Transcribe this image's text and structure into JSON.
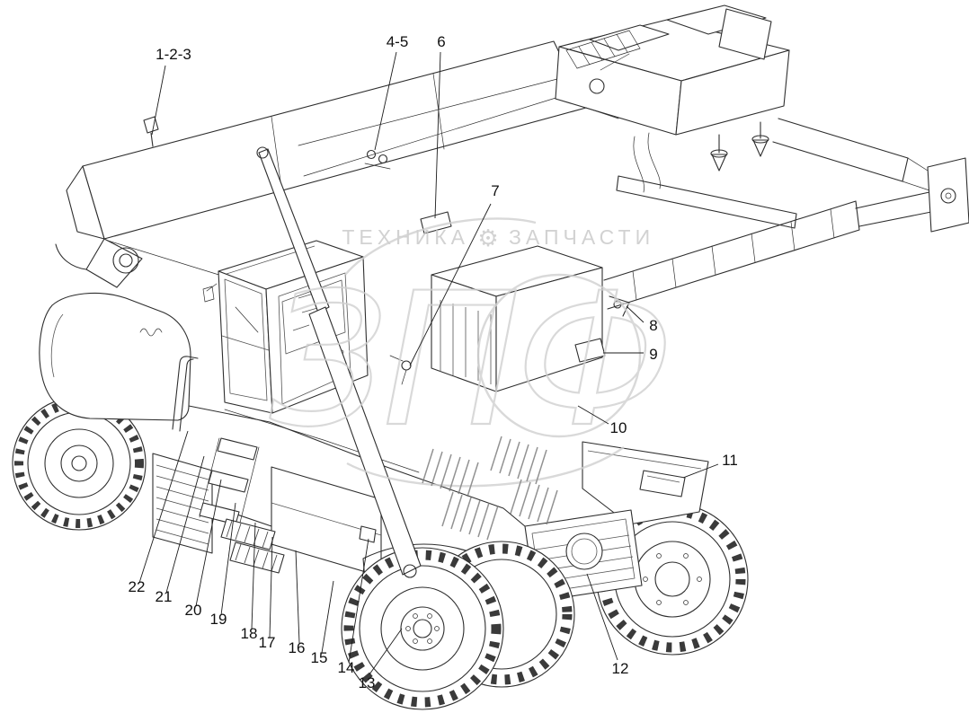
{
  "diagram": {
    "watermark": {
      "left_word": "ТЕХНИКА",
      "gear": "⚙",
      "right_word": "ЗАПЧАСТИ",
      "logo": "ЗПФ"
    },
    "callouts": [
      {
        "label": "1-2-3"
      },
      {
        "label": "4-5"
      },
      {
        "label": "6"
      },
      {
        "label": "7"
      },
      {
        "label": "8"
      },
      {
        "label": "9"
      },
      {
        "label": "10"
      },
      {
        "label": "11"
      },
      {
        "label": "12"
      },
      {
        "label": "13"
      },
      {
        "label": "14"
      },
      {
        "label": "15"
      },
      {
        "label": "16"
      },
      {
        "label": "17"
      },
      {
        "label": "18"
      },
      {
        "label": "19"
      },
      {
        "label": "20"
      },
      {
        "label": "21"
      },
      {
        "label": "22"
      }
    ]
  }
}
